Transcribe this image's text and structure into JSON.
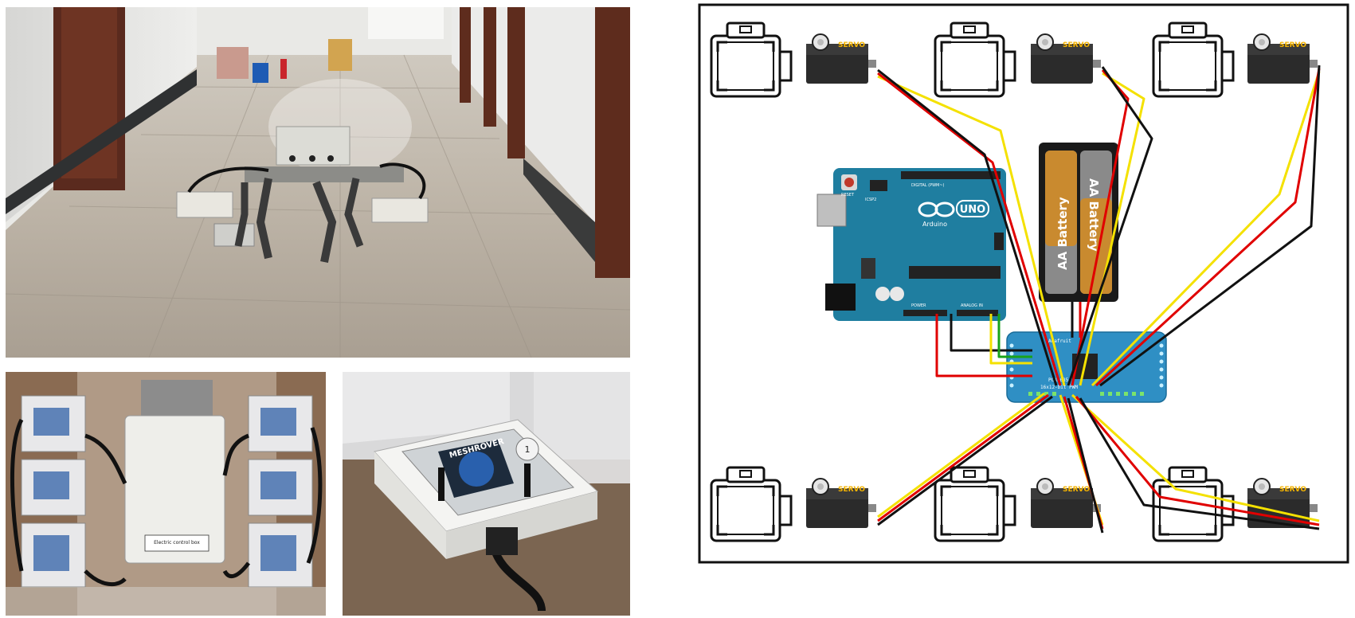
{
  "photos": {
    "control_box_label_top": "Electric control box",
    "module_label": "MESHROVER",
    "module_number": "1"
  },
  "diagram": {
    "servo_label": "SERVO",
    "arduino": {
      "brand": "Arduino",
      "model": "UNO",
      "reset_label": "RESET",
      "icsp_label": "ICSP2",
      "power_header": "POWER",
      "analog_header": "ANALOG IN",
      "digital_header": "DIGITAL (PWM~)"
    },
    "battery": {
      "cell1": "AA Battery",
      "cell2": "AA Battery"
    },
    "pca": {
      "brand": "Adafruit",
      "title": "16x12-bit PWM",
      "part": "PCA9685"
    },
    "colors": {
      "wire_yellow": "#f4e100",
      "wire_red": "#e00000",
      "wire_black": "#111111",
      "wire_green": "#19a319",
      "arduino_blue": "#1f7ea0",
      "pca_blue": "#2f8fc4"
    }
  }
}
